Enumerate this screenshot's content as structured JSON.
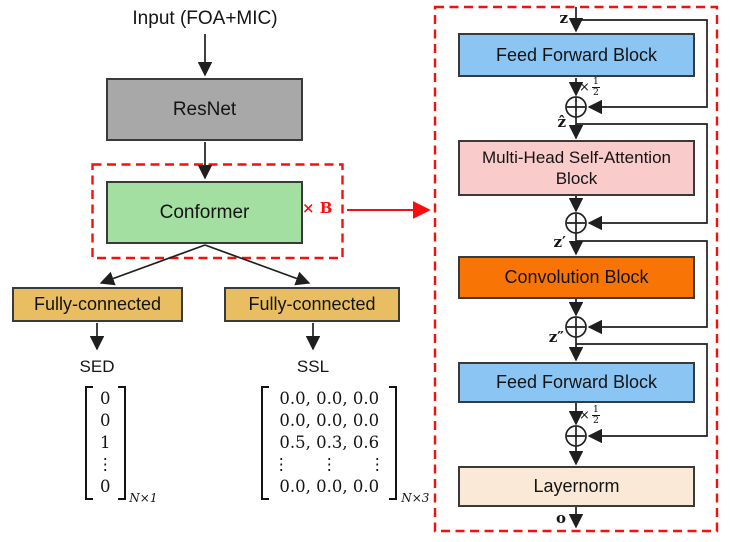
{
  "left": {
    "input_label": "Input (FOA+MIC)",
    "resnet_label": "ResNet",
    "conformer_label": "Conformer",
    "repeat_label": "× B",
    "fc_left_label": "Fully-connected",
    "fc_right_label": "Fully-connected",
    "sed_label": "SED",
    "ssl_label": "SSL",
    "sed_matrix": {
      "rows": [
        "0",
        "0",
        "1",
        "⋮",
        "0"
      ],
      "subscript": "N×1"
    },
    "ssl_matrix": {
      "rows": [
        "0.0, 0.0, 0.0",
        "0.0, 0.0, 0.0",
        "0.5, 0.3, 0.6",
        "⋮      ⋮      ⋮",
        "0.0, 0.0, 0.0"
      ],
      "subscript": "N×3"
    }
  },
  "right": {
    "z_label": "z",
    "ff1_label": "Feed Forward Block",
    "zhat_label": "ẑ",
    "mhsa_label": "Multi-Head Self-Attention Block",
    "zprime_label": "z′",
    "conv_label": "Convolution Block",
    "zdprime_label": "z″",
    "ff2_label": "Feed Forward Block",
    "layernorm_label": "Layernorm",
    "o_label": "o",
    "half": {
      "times": "×",
      "num": "1",
      "den": "2"
    }
  },
  "colors": {
    "accent_red": "#F90D0D",
    "line": "#1f1f1f",
    "box_border": "#3a3a3a",
    "resnet_fill": "#A8A8A8",
    "conformer_fill": "#A3DFA1",
    "fully_connected_fill": "#E9BE62",
    "feed_forward_fill": "#8BC5F3",
    "attention_fill": "#F9CBCA",
    "convolution_fill": "#F87405",
    "layernorm_fill": "#FBE9D7"
  }
}
